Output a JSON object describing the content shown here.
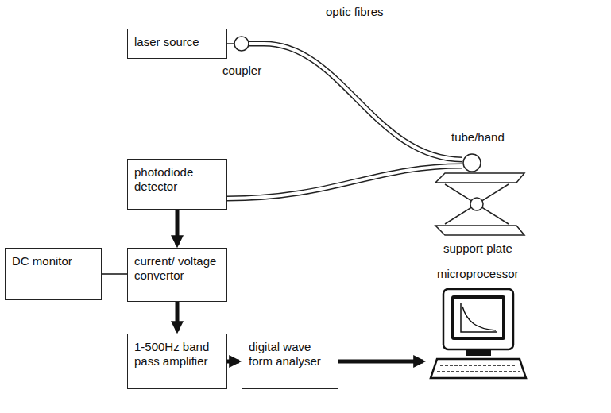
{
  "diagram": {
    "nodes": [
      {
        "text": [
          "laser source"
        ]
      },
      {
        "text": [
          "photodiode detector"
        ]
      },
      {
        "text": [
          "DC monitor"
        ]
      },
      {
        "text": [
          "current/ voltage convertor"
        ]
      },
      {
        "text": [
          "1-500Hz band pass amplifier"
        ]
      },
      {
        "text": [
          "digital wave form analyser"
        ]
      },
      {
        "text": [
          "microprocessor"
        ]
      }
    ],
    "edges": [
      {
        "from": 1,
        "to": 3,
        "arrow": "to"
      },
      {
        "from": 2,
        "to": 3,
        "arrow": "none"
      },
      {
        "from": 3,
        "to": 4,
        "arrow": "to"
      },
      {
        "from": 4,
        "to": 5,
        "arrow": "to"
      },
      {
        "from": 5,
        "to": 6,
        "arrow": "to"
      }
    ],
    "labels": [
      "optic fibres",
      "coupler",
      "tube/hand",
      "support plate"
    ]
  }
}
